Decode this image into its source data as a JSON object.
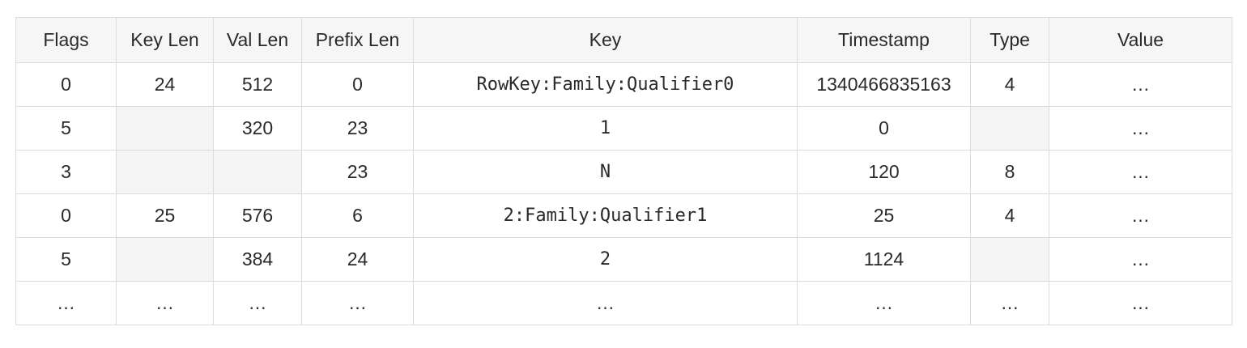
{
  "colors": {
    "border": "#dcdcdc",
    "header_bg": "#f6f6f7",
    "empty_cell_bg": "#f5f5f6",
    "text": "#2a2a2a"
  },
  "chart_data": {
    "type": "table",
    "title": "",
    "columns": [
      "Flags",
      "Key Len",
      "Val Len",
      "Prefix Len",
      "Key",
      "Timestamp",
      "Type",
      "Value"
    ],
    "key_column": "Key",
    "ellipsis": "…",
    "rows": [
      [
        "0",
        "24",
        "512",
        "0",
        "RowKey:Family:Qualifier0",
        "1340466835163",
        "4",
        "…"
      ],
      [
        "5",
        "",
        "320",
        "23",
        "1",
        "0",
        "",
        "…"
      ],
      [
        "3",
        "",
        "",
        "23",
        "N",
        "120",
        "8",
        "…"
      ],
      [
        "0",
        "25",
        "576",
        "6",
        "2:Family:Qualifier1",
        "25",
        "4",
        "…"
      ],
      [
        "5",
        "",
        "384",
        "24",
        "2",
        "1124",
        "",
        "…"
      ],
      [
        "…",
        "…",
        "…",
        "…",
        "…",
        "…",
        "…",
        "…"
      ]
    ],
    "notes": "Empty string cells represent omitted values shown as gray-filled cells"
  }
}
